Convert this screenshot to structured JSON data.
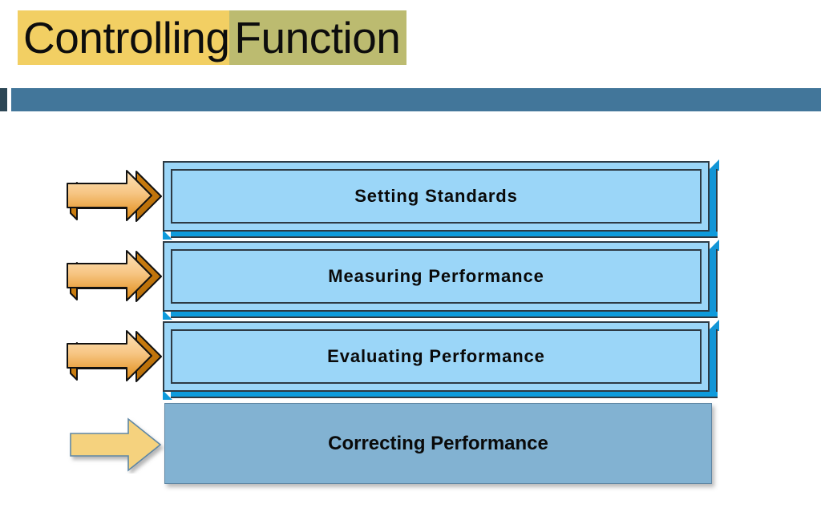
{
  "slide": {
    "title_part_a": "Controlling",
    "title_part_b": "Function",
    "title_highlight_a_color": "#F2CF63",
    "title_highlight_b_color": "#BCBB70",
    "divider_tab_color": "#2C4655",
    "divider_bar_color": "#42769A"
  },
  "diagram": {
    "type": "process-steps",
    "steps": [
      {
        "label": "Setting Standards",
        "arrow_style": "orange-3d",
        "box_style": "beveled-3d",
        "box_fill_color": "#9BD6F8",
        "box_edge_color": "#0E9BDC",
        "arrow_fill_top": "#FBDBA8",
        "arrow_fill_bottom": "#E8901C"
      },
      {
        "label": "Measuring Performance",
        "arrow_style": "orange-3d",
        "box_style": "beveled-3d",
        "box_fill_color": "#9BD6F8",
        "box_edge_color": "#0E9BDC",
        "arrow_fill_top": "#FBDBA8",
        "arrow_fill_bottom": "#E8901C"
      },
      {
        "label": "Evaluating Performance",
        "arrow_style": "orange-3d",
        "box_style": "beveled-3d",
        "box_fill_color": "#9BD6F8",
        "box_edge_color": "#0E9BDC",
        "arrow_fill_top": "#FBDBA8",
        "arrow_fill_bottom": "#E8901C"
      },
      {
        "label": "Correcting Performance",
        "arrow_style": "pale-gold-flat",
        "box_style": "flat-shadow",
        "box_fill_color": "#82B2D2",
        "box_edge_color": "#5F86A3",
        "arrow_fill_top": "#F5D27E",
        "arrow_fill_bottom": "#F5D27E"
      }
    ]
  }
}
